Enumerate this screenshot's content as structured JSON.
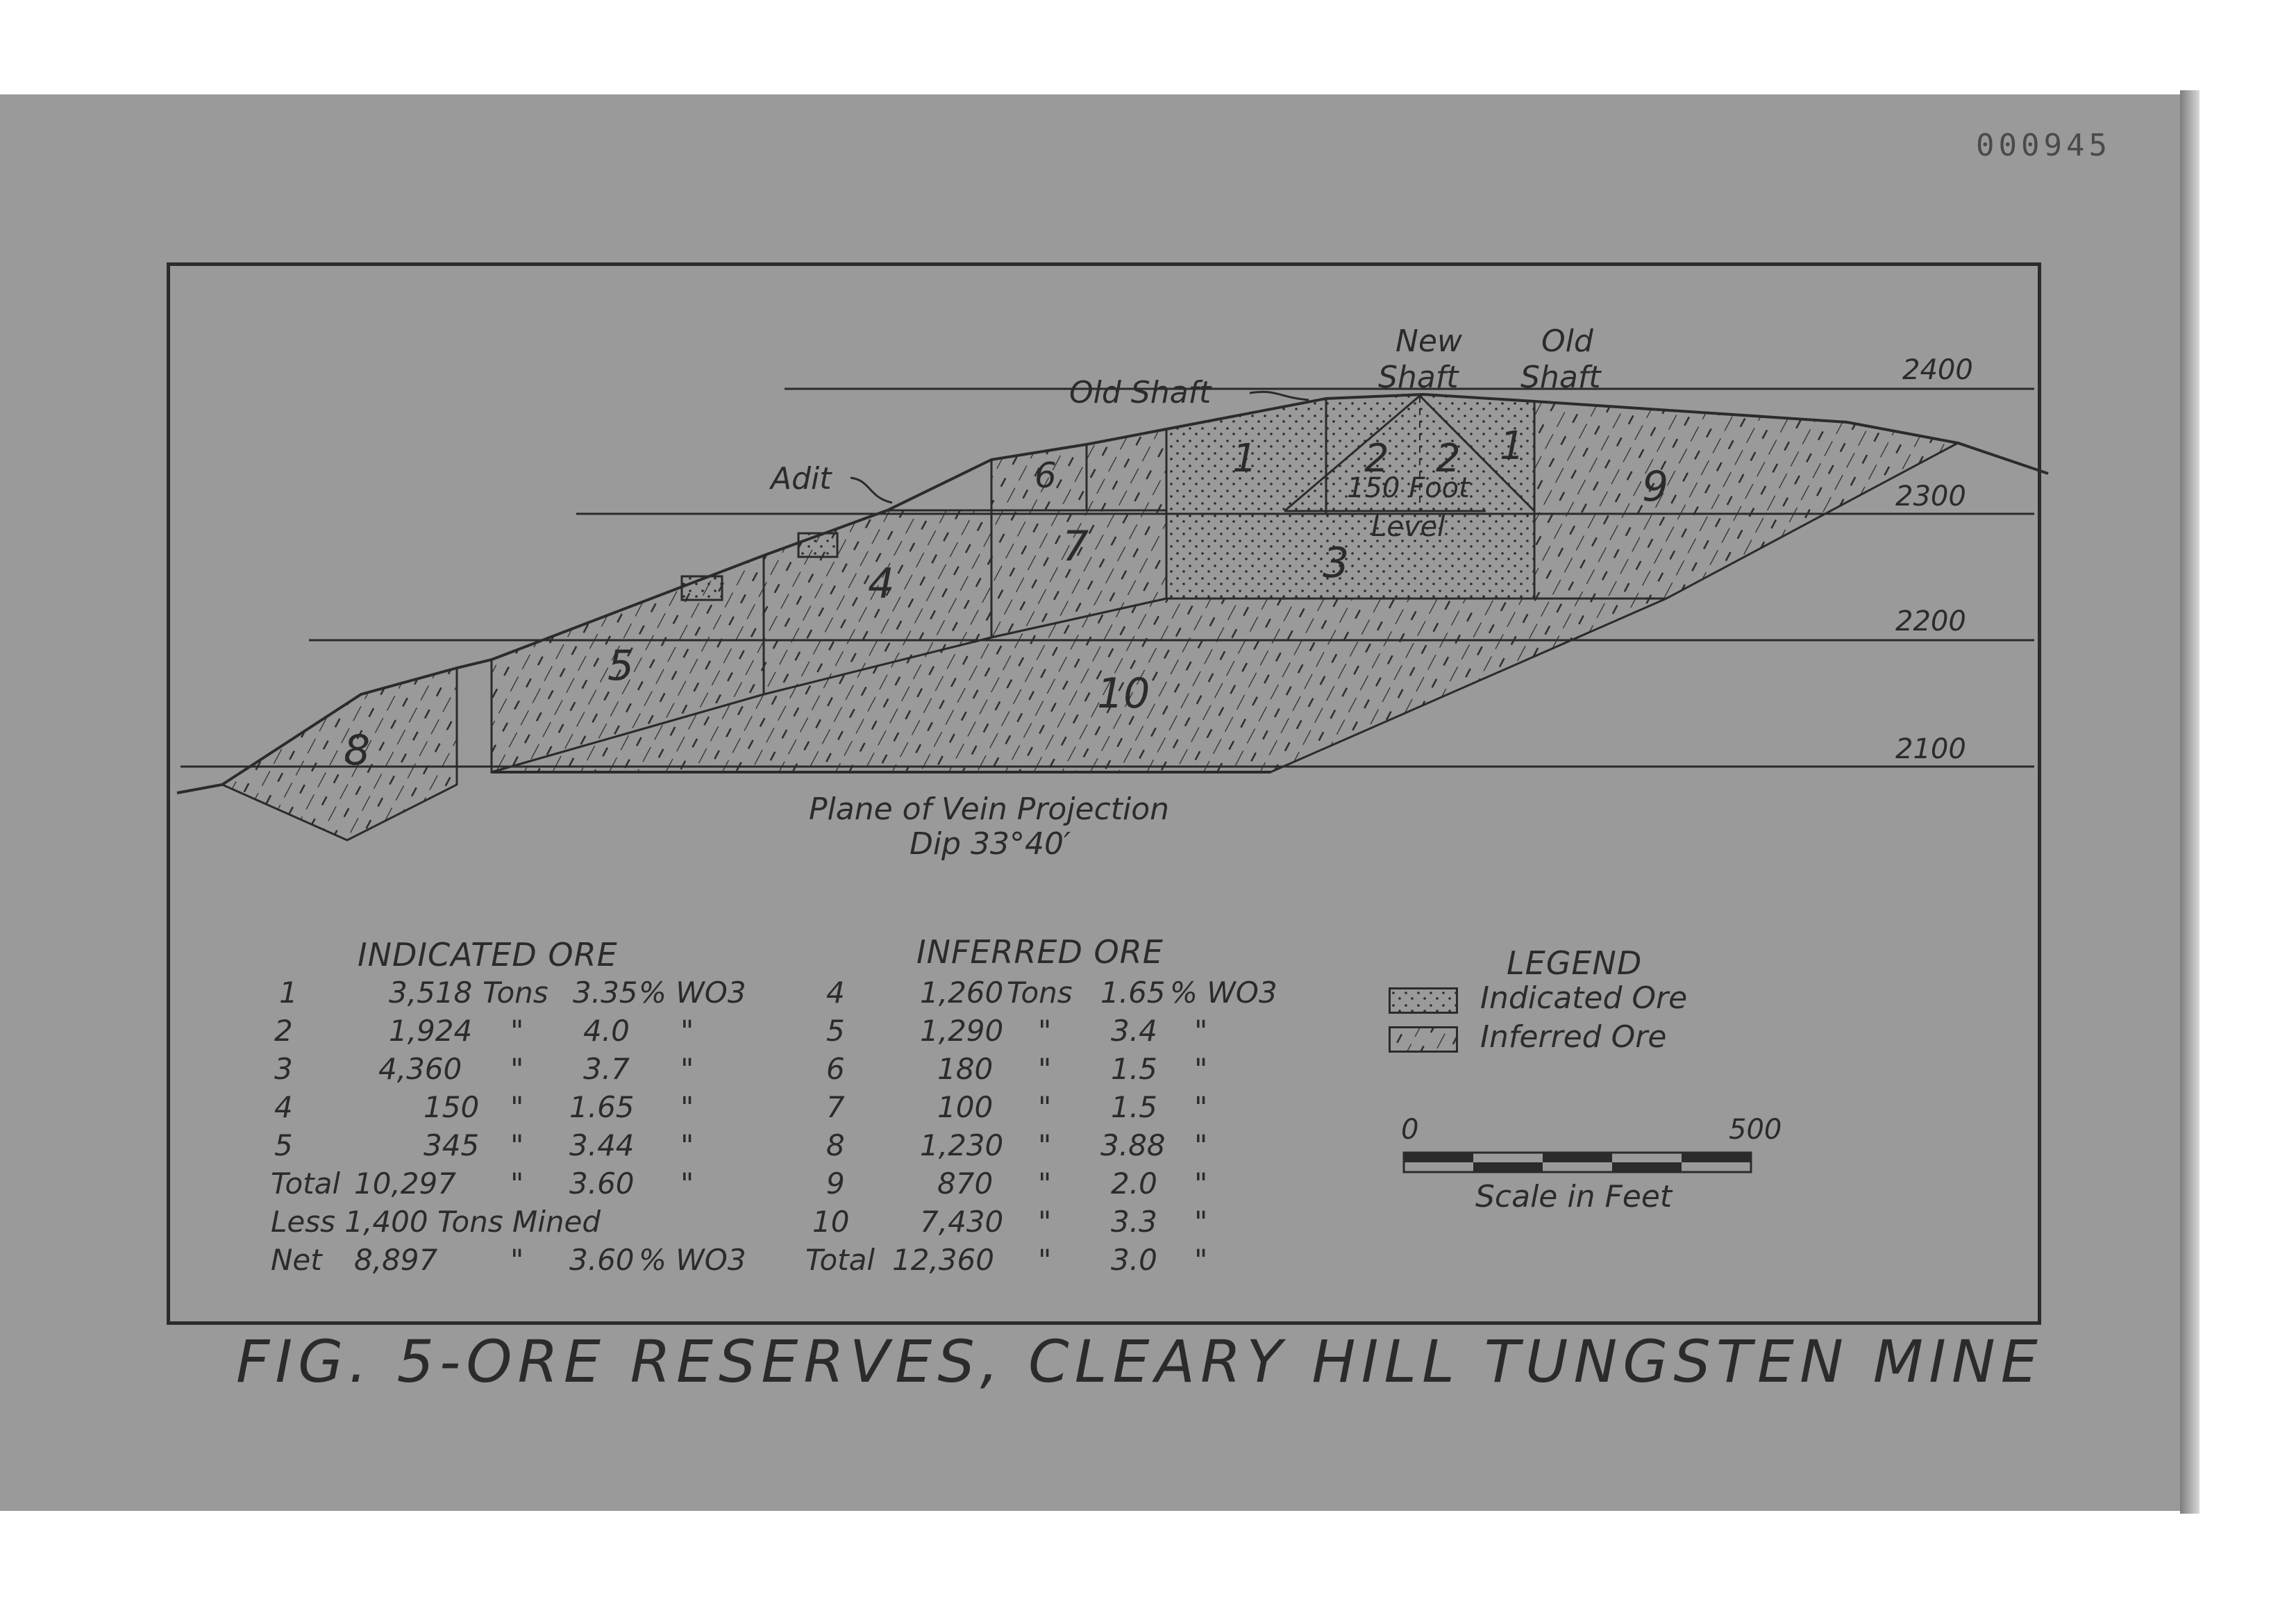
{
  "page": {
    "serial_number": "000945"
  },
  "figure": {
    "caption": "FIG. 5-ORE RESERVES, CLEARY HILL TUNGSTEN MINE",
    "elevations": [
      "2400",
      "2300",
      "2200",
      "2100"
    ],
    "labels": {
      "old_shaft_left": "Old Shaft",
      "new_shaft_line1": "New",
      "new_shaft_line2": "Shaft",
      "old_shaft_right_line1": "Old",
      "old_shaft_right_line2": "Shaft",
      "adit": "Adit",
      "level_line1": "150 Foot",
      "level_line2": "Level",
      "projection_line1": "Plane of Vein Projection",
      "projection_line2": "Dip 33°40′"
    },
    "blocks": {
      "b1a": "1",
      "b1b": "1",
      "b2a": "2",
      "b2b": "2",
      "b3": "3",
      "b4": "4",
      "b5": "5",
      "b6": "6",
      "b7": "7",
      "b8": "8",
      "b9": "9",
      "b10": "10"
    }
  },
  "indicated_ore": {
    "title": "INDICATED ORE",
    "rows": [
      {
        "block": "1",
        "amount": "3,518",
        "unit": "Tons",
        "grade": "3.35",
        "grade_unit": "% WO3"
      },
      {
        "block": "2",
        "amount": "1,924",
        "unit": "\"",
        "grade": "4.0",
        "grade_unit": "\""
      },
      {
        "block": "3",
        "amount": "4,360",
        "unit": "\"",
        "grade": "3.7",
        "grade_unit": "\""
      },
      {
        "block": "4",
        "amount": "150",
        "unit": "\"",
        "grade": "1.65",
        "grade_unit": "\""
      },
      {
        "block": "5",
        "amount": "345",
        "unit": "\"",
        "grade": "3.44",
        "grade_unit": "\""
      },
      {
        "block": "Total",
        "amount": "10,297",
        "unit": "\"",
        "grade": "3.60",
        "grade_unit": "\""
      }
    ],
    "less_line": "Less 1,400 Tons Mined",
    "net": {
      "label": "Net",
      "amount": "8,897",
      "unit": "\"",
      "grade": "3.60",
      "grade_unit": "% WO3"
    }
  },
  "inferred_ore": {
    "title": "INFERRED ORE",
    "rows": [
      {
        "block": "4",
        "amount": "1,260",
        "unit": "Tons",
        "grade": "1.65",
        "grade_unit": "% WO3"
      },
      {
        "block": "5",
        "amount": "1,290",
        "unit": "\"",
        "grade": "3.4",
        "grade_unit": "\""
      },
      {
        "block": "6",
        "amount": "180",
        "unit": "\"",
        "grade": "1.5",
        "grade_unit": "\""
      },
      {
        "block": "7",
        "amount": "100",
        "unit": "\"",
        "grade": "1.5",
        "grade_unit": "\""
      },
      {
        "block": "8",
        "amount": "1,230",
        "unit": "\"",
        "grade": "3.88",
        "grade_unit": "\""
      },
      {
        "block": "9",
        "amount": "870",
        "unit": "\"",
        "grade": "2.0",
        "grade_unit": "\""
      },
      {
        "block": "10",
        "amount": "7,430",
        "unit": "\"",
        "grade": "3.3",
        "grade_unit": "\""
      },
      {
        "block": "Total",
        "amount": "12,360",
        "unit": "\"",
        "grade": "3.0",
        "grade_unit": "\""
      }
    ]
  },
  "legend": {
    "title": "LEGEND",
    "items": [
      {
        "label": "Indicated Ore",
        "pattern": "dots"
      },
      {
        "label": "Inferred Ore",
        "pattern": "hatch"
      }
    ]
  },
  "scale_bar": {
    "start": "0",
    "end": "500",
    "label": "Scale in Feet"
  },
  "colors": {
    "paper": "#9a9a9a",
    "ink": "#2b2b2b",
    "background": "#ffffff"
  }
}
